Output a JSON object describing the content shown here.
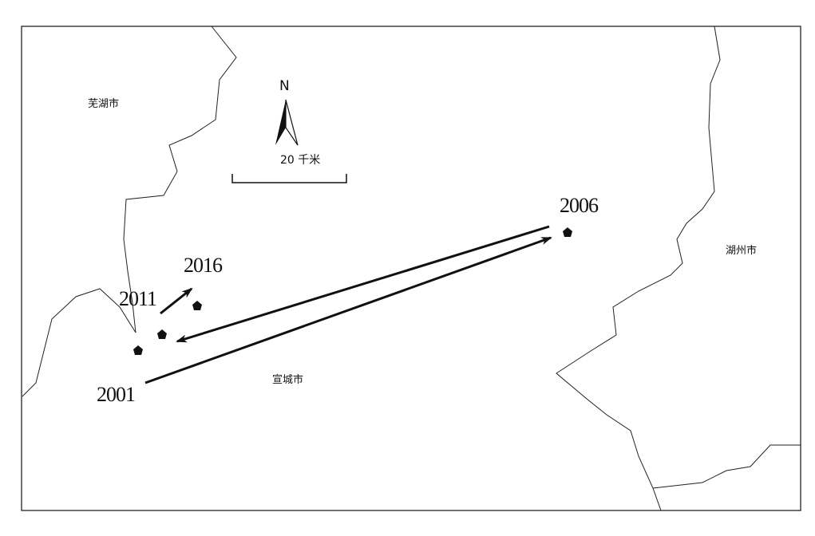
{
  "map": {
    "cities": {
      "wuhu": "芜湖市",
      "xuancheng": "宣城市",
      "huzhou": "湖州市"
    },
    "north_label": "N",
    "scale_label": "20 千米",
    "years": {
      "y2001": "2001",
      "y2006": "2006",
      "y2011": "2011",
      "y2016": "2016"
    },
    "colors": {
      "ink": "#111111",
      "background": "#ffffff"
    }
  }
}
